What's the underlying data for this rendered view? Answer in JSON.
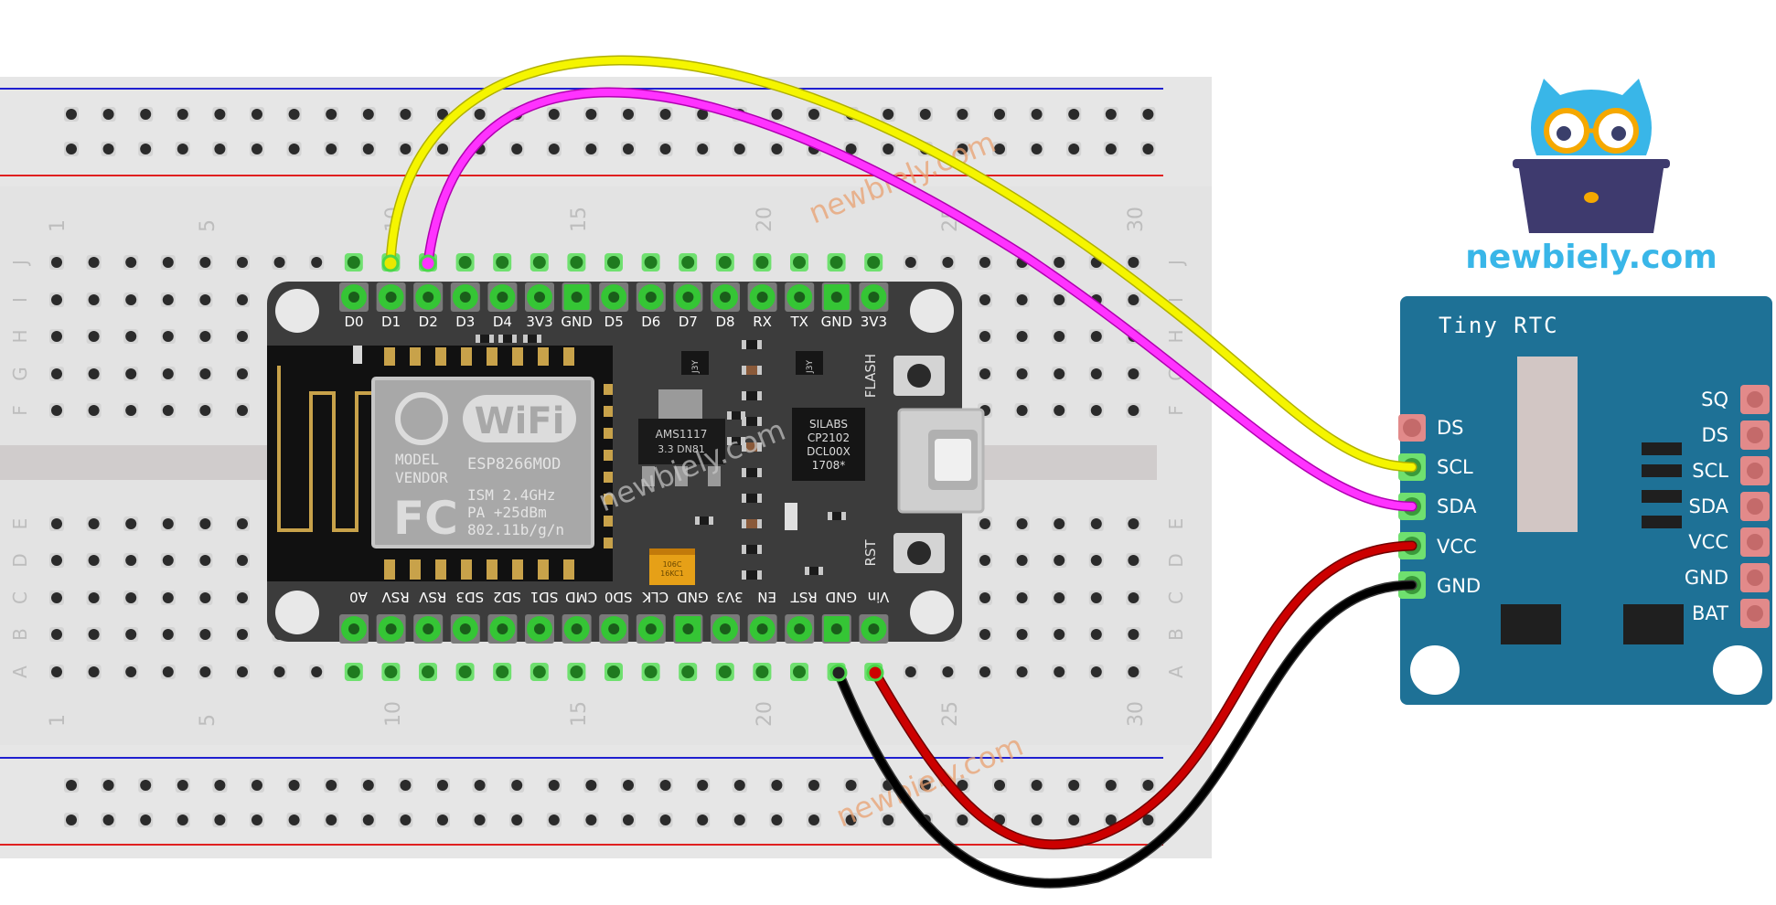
{
  "breadboard": {
    "column_numbers": [
      "1",
      "5",
      "10",
      "15",
      "20",
      "25",
      "30"
    ],
    "row_letters_top": [
      "J",
      "I",
      "H",
      "G",
      "F"
    ],
    "row_letters_bottom": [
      "E",
      "D",
      "C",
      "B",
      "A"
    ]
  },
  "esp8266": {
    "top_pins": [
      "D0",
      "D1",
      "D2",
      "D3",
      "D4",
      "3V3",
      "GND",
      "D5",
      "D6",
      "D7",
      "D8",
      "RX",
      "TX",
      "GND",
      "3V3"
    ],
    "bottom_pins": [
      "A0",
      "RSV",
      "RSV",
      "SD3",
      "SD2",
      "SD1",
      "CMD",
      "SD0",
      "CLK",
      "GND",
      "3V3",
      "EN",
      "RST",
      "GND",
      "Vin"
    ],
    "wifi_label": "WiFi",
    "module_lines": [
      "MODEL",
      "VENDOR"
    ],
    "module_name": "ESP8266MOD",
    "fc_label": "FC",
    "specs": [
      "ISM 2.4GHz",
      "PA  +25dBm",
      "802.11b/g/n"
    ],
    "regulator_lines": [
      "AMS1117",
      "3.3   DN81"
    ],
    "usb_chip_lines": [
      "SILABS",
      "CP2102",
      "DCL00X",
      "1708*"
    ],
    "flash_label": "FLASH",
    "rst_label": "RST",
    "capacitor_lines": [
      "106C",
      "16KC1"
    ],
    "small_chip_label": "J3Y"
  },
  "rtc": {
    "title": "Tiny RTC",
    "left_pins": [
      "DS",
      "SCL",
      "SDA",
      "VCC",
      "GND"
    ],
    "right_pins": [
      "SQ",
      "DS",
      "SCL",
      "SDA",
      "VCC",
      "GND",
      "BAT"
    ]
  },
  "logo": {
    "text": "newbiely.com"
  },
  "watermark": {
    "text": "newbiely.com"
  },
  "wires": [
    {
      "name": "scl-wire",
      "color": "#f5f500",
      "from": "D1",
      "to": "SCL"
    },
    {
      "name": "sda-wire",
      "color": "#ff33ff",
      "from": "D2",
      "to": "SDA"
    },
    {
      "name": "vcc-wire",
      "color": "#cc0000",
      "from": "Vin",
      "to": "VCC"
    },
    {
      "name": "gnd-wire",
      "color": "#000000",
      "from": "GND",
      "to": "GND"
    }
  ],
  "colors": {
    "breadboard": "#e3e3e3",
    "board": "#3c3c3c",
    "pin_green": "#35c535",
    "rtc_board": "#1e7196",
    "logo_blue": "#39b6e8",
    "rail_red": "#e02020",
    "rail_blue": "#2020d0"
  }
}
